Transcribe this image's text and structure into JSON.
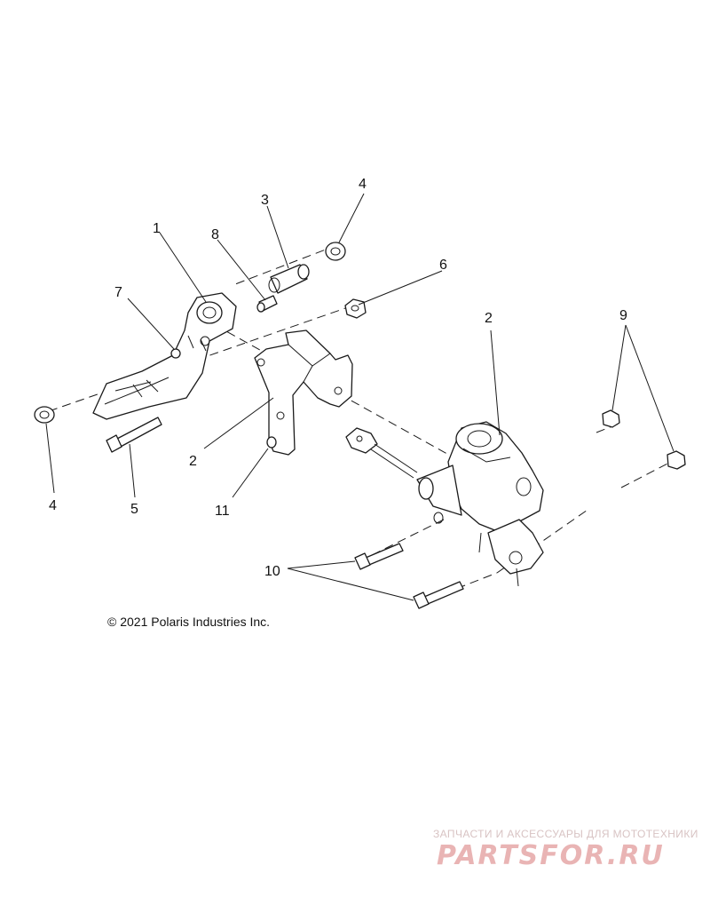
{
  "callouts": [
    "1",
    "2",
    "3",
    "4",
    "5",
    "6",
    "7",
    "8",
    "9",
    "10",
    "11"
  ],
  "copyright": "© 2021 Polaris Industries Inc.",
  "watermark": {
    "tagline": "ЗАПЧАСТИ И АКСЕССУАРЫ ДЛЯ МОТОТЕХНИКИ",
    "logo": "PARTSFOR.RU"
  }
}
